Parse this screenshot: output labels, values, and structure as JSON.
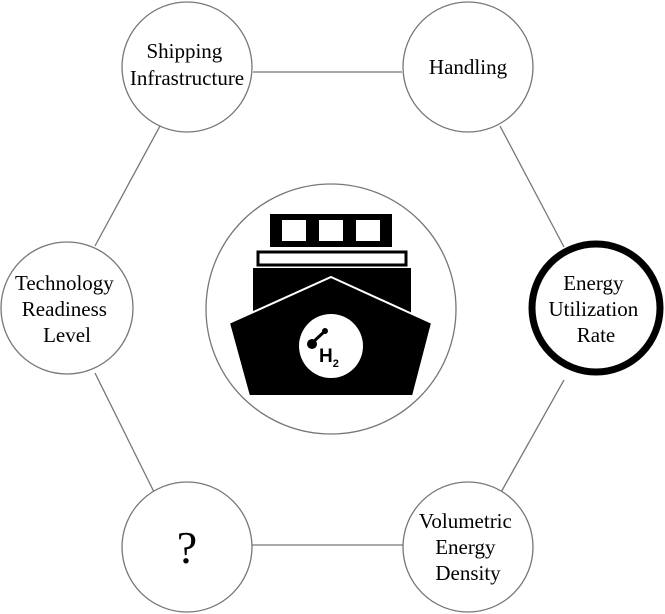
{
  "colors": {
    "line": "#777777",
    "ring": "#000000",
    "ship": "#000000",
    "background": "#ffffff"
  },
  "center": {
    "icon": "hydrogen-ship-icon",
    "h2_letter": "H",
    "h2_subscript": "2"
  },
  "nodes": {
    "shipping_infrastructure": [
      "Shipping",
      "Infrastructure"
    ],
    "handling": [
      "Handling"
    ],
    "energy_utilization_rate": [
      "Energy",
      "Utilization",
      "Rate"
    ],
    "volumetric_energy_density": [
      "Volumetric",
      "Energy",
      "Density"
    ],
    "unknown": [
      "?"
    ],
    "technology_readiness_level": [
      "Technology",
      "Readiness",
      "Level"
    ]
  }
}
